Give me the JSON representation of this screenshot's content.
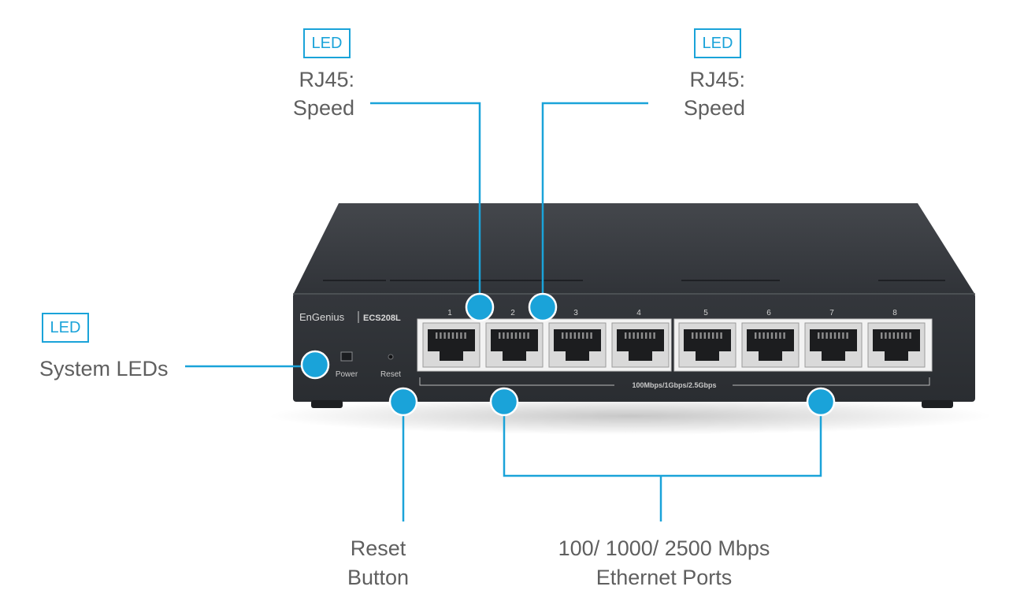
{
  "colors": {
    "accent": "#1aa3d9",
    "label_text": "#5f5f5f",
    "device_body": "#2f3237",
    "device_top": "#3a3d42"
  },
  "device": {
    "brand": "EnGenius",
    "model": "ECS208L",
    "power_label": "Power",
    "reset_label": "Reset",
    "port_numbers": [
      "1",
      "2",
      "3",
      "4",
      "5",
      "6",
      "7",
      "8"
    ],
    "port_speed_text": "100Mbps/1Gbps/2.5Gbps"
  },
  "callouts": {
    "speed_left": {
      "tag": "LED",
      "line1": "RJ45:",
      "line2": "Speed"
    },
    "speed_right": {
      "tag": "LED",
      "line1": "RJ45:",
      "line2": "Speed"
    },
    "system": {
      "tag": "LED",
      "text": "System LEDs"
    },
    "reset": {
      "line1": "Reset",
      "line2": "Button"
    },
    "ethernet": {
      "line1": "100/ 1000/ 2500 Mbps",
      "line2": "Ethernet Ports"
    }
  }
}
